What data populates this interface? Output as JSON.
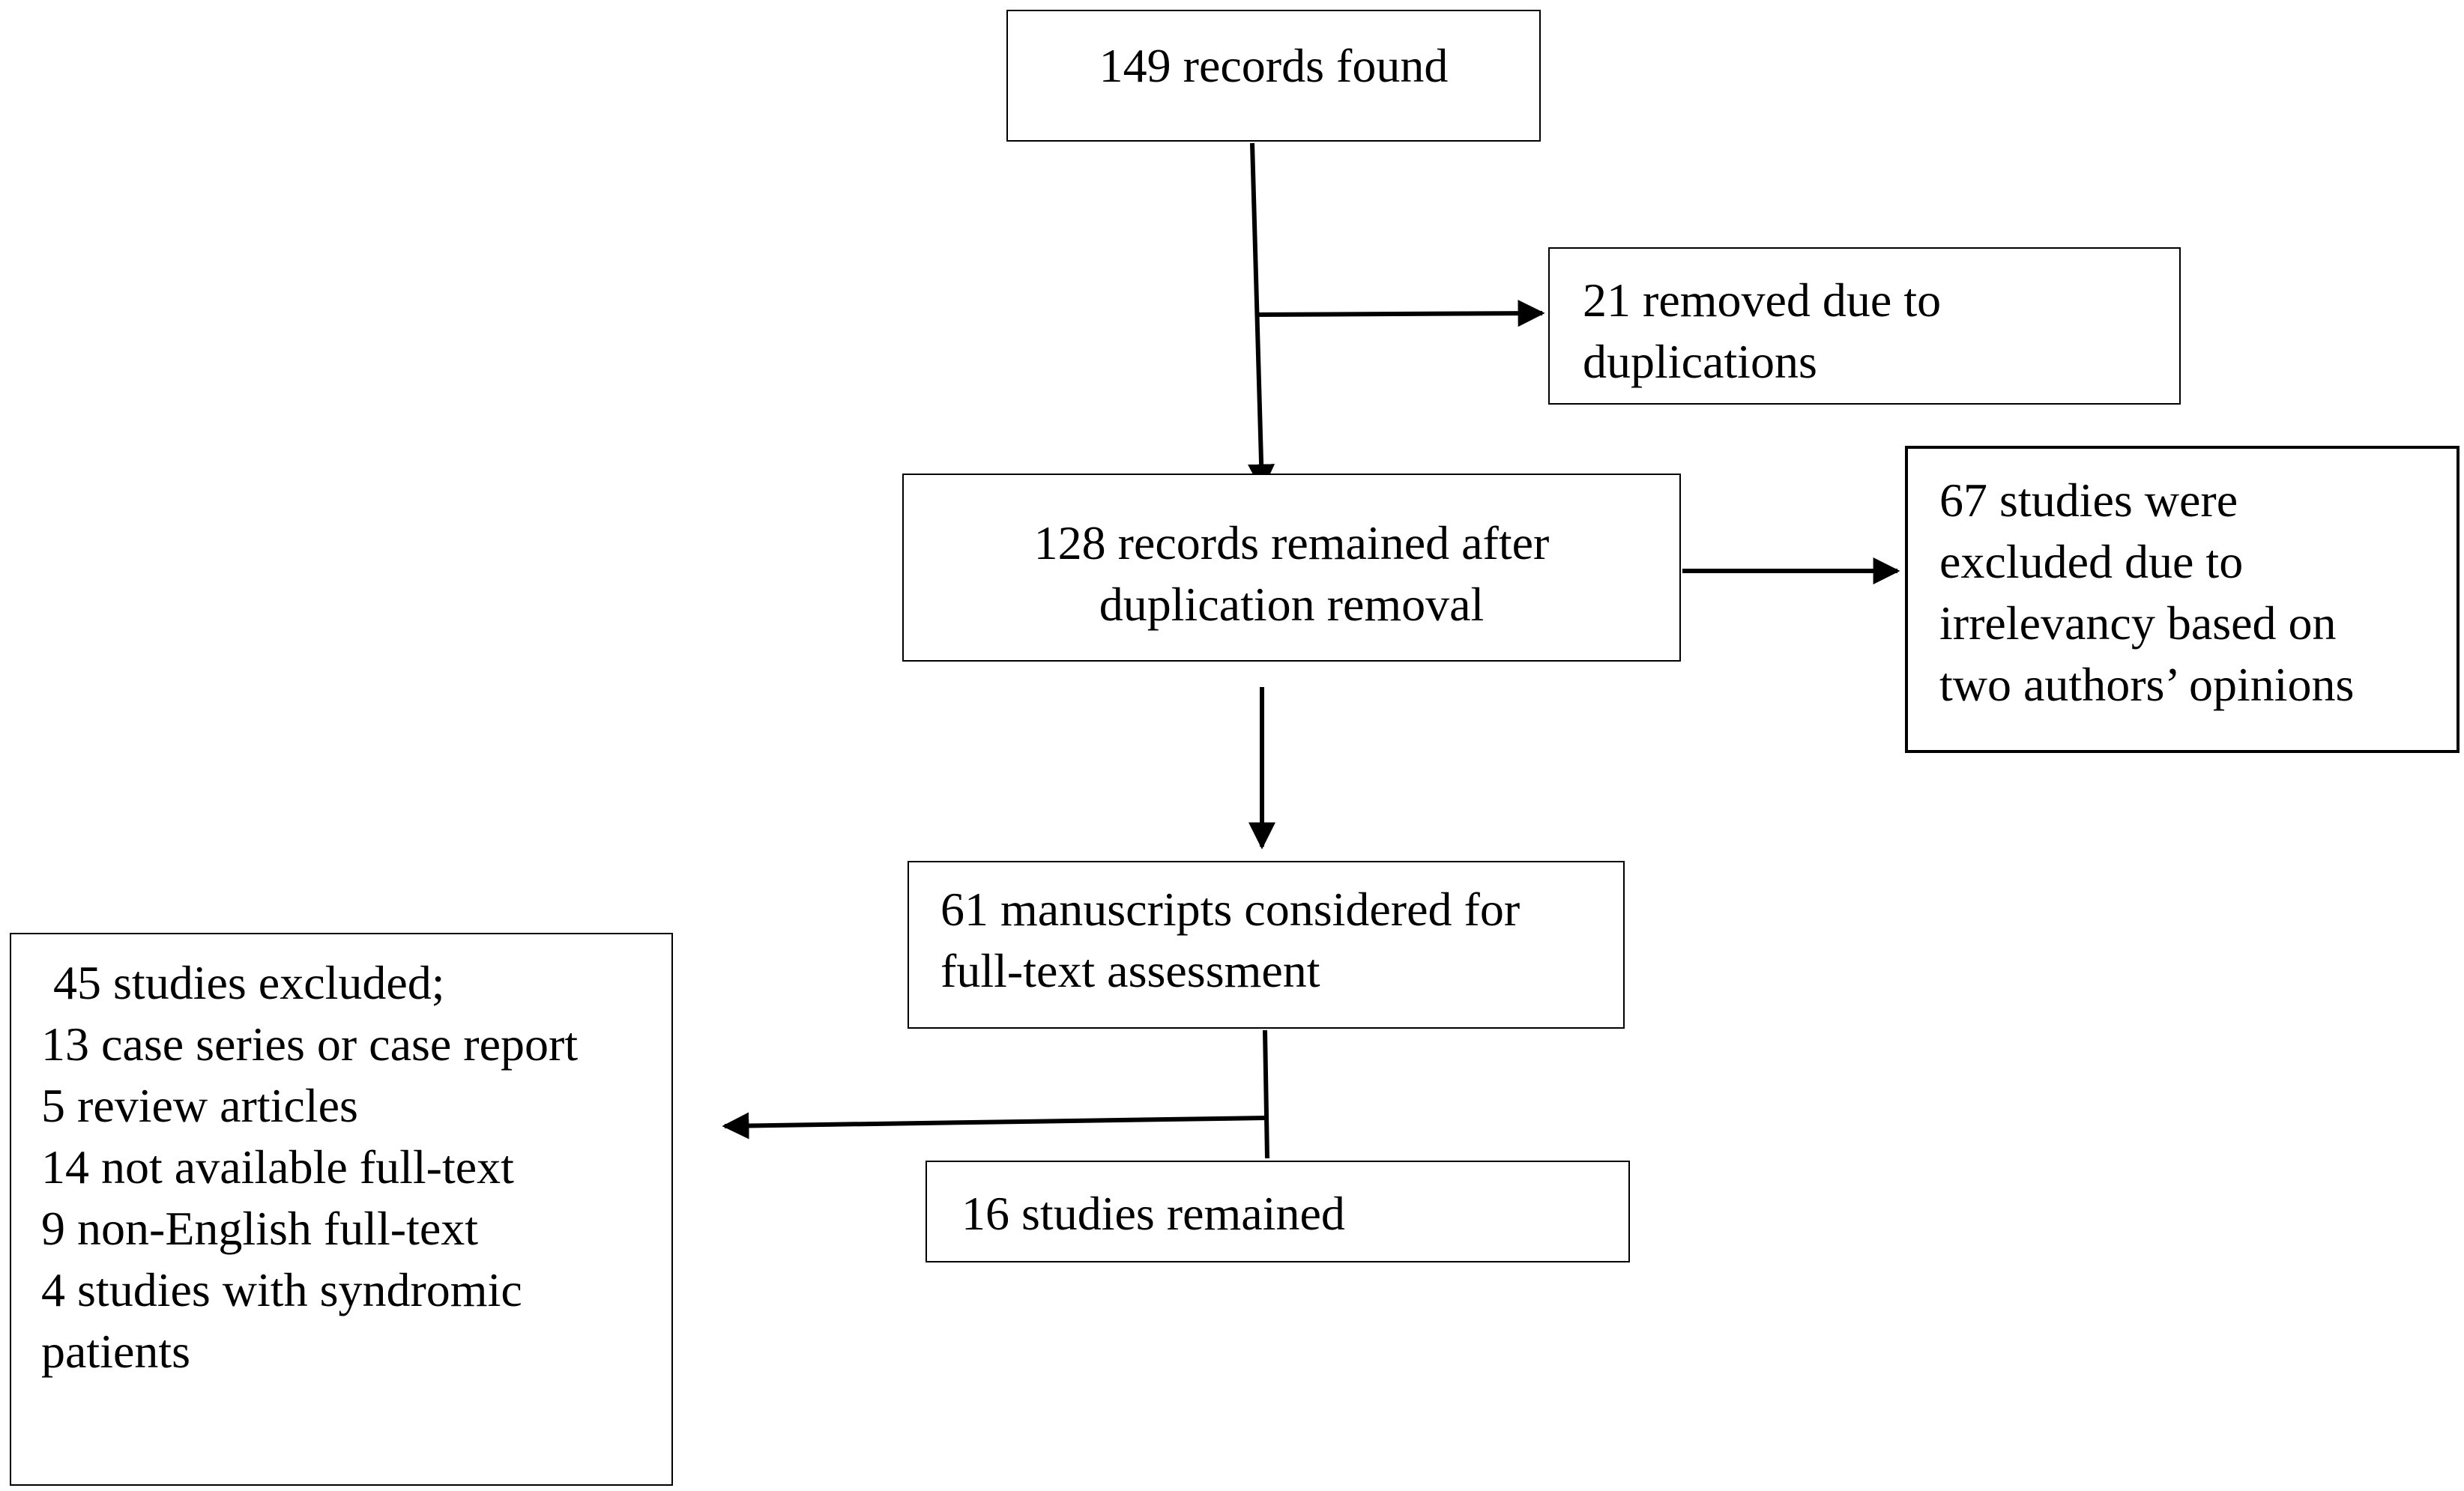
{
  "diagram": {
    "records_found": [
      "149 records found"
    ],
    "duplicates_removed": [
      "21 removed due to",
      "duplications"
    ],
    "records_remained": [
      "128 records remained after",
      "duplication removal"
    ],
    "excluded_irrelevant": [
      "67 studies were",
      "excluded due to",
      "irrelevancy based on",
      "two authors’ opinions"
    ],
    "fulltext_considered": [
      "61 manuscripts considered for",
      "full-text assessment"
    ],
    "fulltext_excluded": [
      " 45 studies excluded;",
      "13 case series or case report",
      "5 review articles",
      "14 not available full-text",
      "9 non-English full-text",
      "4 studies with syndromic",
      "patients"
    ],
    "studies_remained": [
      "16 studies remained"
    ]
  }
}
